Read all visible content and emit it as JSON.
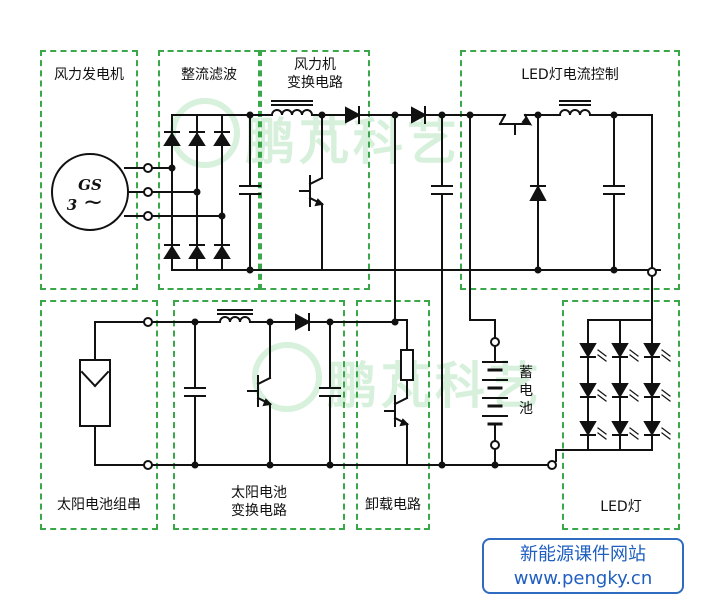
{
  "blocks": {
    "wind_generator": "风力发电机",
    "rectifier_filter": "整流滤波",
    "wind_converter_l1": "风力机",
    "wind_converter_l2": "变换电路",
    "led_current_control": "LED灯电流控制",
    "solar_string": "太阳电池组串",
    "solar_converter_l1": "太阳电池",
    "solar_converter_l2": "变换电路",
    "dump_circuit": "卸载电路",
    "battery_l1": "蓄",
    "battery_l2": "电",
    "battery_l3": "池",
    "led_lamp": "LED灯"
  },
  "generator_symbol": {
    "line1": "GS",
    "line2": "3",
    "wave": "~"
  },
  "watermark": {
    "text": "鹏芃科艺",
    "logo": "watermark-logo-icon"
  },
  "site_badge": {
    "line1": "新能源课件网站",
    "line2": "www.pengky.cn"
  },
  "colors": {
    "block_border": "#3aa84a",
    "wire": "#111111",
    "watermark": "#c9ecd0",
    "badge": "#1f5fc0"
  }
}
